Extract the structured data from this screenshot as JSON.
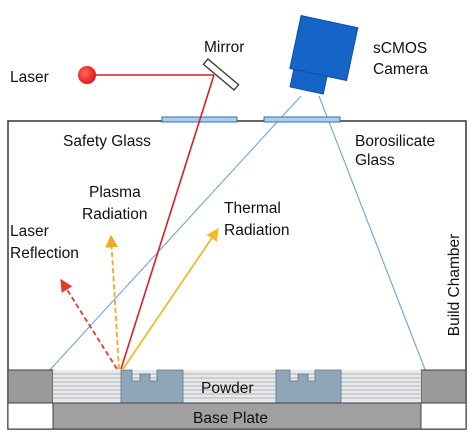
{
  "labels": {
    "laser": "Laser",
    "mirror": "Mirror",
    "camera_line1": "sCMOS",
    "camera_line2": "Camera",
    "safety_glass": "Safety Glass",
    "borosilicate_line1": "Borosilicate",
    "borosilicate_line2": "Glass",
    "plasma_line1": "Plasma",
    "plasma_line2": "Radiation",
    "thermal_line1": "Thermal",
    "thermal_line2": "Radiation",
    "reflection_line1": "Laser",
    "reflection_line2": "Reflection",
    "build_chamber": "Build Chamber",
    "powder": "Powder",
    "base_plate": "Base Plate"
  },
  "colors": {
    "laser_red": "#e8141b",
    "laser_beam": "#d91f26",
    "camera_blue": "#1565c8",
    "camera_view": "#6aa7d8",
    "glass": "#a9cfee",
    "glass_border": "#2f6fb5",
    "plasma_orange": "#f0a91c",
    "thermal_yellow": "#f3bb2a",
    "reflection_red": "#e03c2c",
    "powder_fill": "#d9dcdf",
    "part_fill": "#8fa6b8",
    "plate_fill": "#a0a0a0",
    "outline": "#404040"
  },
  "icons": {
    "laser_source": "red-circle",
    "mirror": "tilted-rectangle",
    "camera": "box-with-lens"
  }
}
